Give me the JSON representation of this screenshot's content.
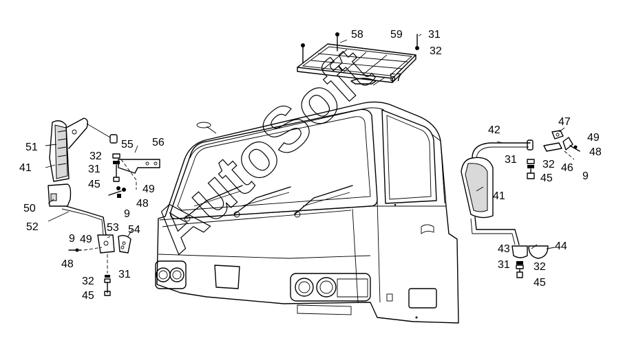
{
  "watermark": "AutoSoft",
  "callouts": [
    {
      "id": "c58",
      "text": "58"
    },
    {
      "id": "c59",
      "text": "59"
    },
    {
      "id": "c31a",
      "text": "31"
    },
    {
      "id": "c32a",
      "text": "32"
    },
    {
      "id": "c57",
      "text": "57"
    },
    {
      "id": "c51",
      "text": "51"
    },
    {
      "id": "c55",
      "text": "55"
    },
    {
      "id": "c56",
      "text": "56"
    },
    {
      "id": "c41a",
      "text": "41"
    },
    {
      "id": "c32b",
      "text": "32"
    },
    {
      "id": "c31b",
      "text": "31"
    },
    {
      "id": "c45a",
      "text": "45"
    },
    {
      "id": "c49a",
      "text": "49"
    },
    {
      "id": "c48a",
      "text": "48"
    },
    {
      "id": "c50",
      "text": "50"
    },
    {
      "id": "c9a",
      "text": "9"
    },
    {
      "id": "c52",
      "text": "52"
    },
    {
      "id": "c53",
      "text": "53"
    },
    {
      "id": "c54",
      "text": "54"
    },
    {
      "id": "c9b",
      "text": "9"
    },
    {
      "id": "c49b",
      "text": "49"
    },
    {
      "id": "c48b",
      "text": "48"
    },
    {
      "id": "c32c",
      "text": "32"
    },
    {
      "id": "c31c",
      "text": "31"
    },
    {
      "id": "c45b",
      "text": "45"
    },
    {
      "id": "c42",
      "text": "42"
    },
    {
      "id": "c47",
      "text": "47"
    },
    {
      "id": "c49c",
      "text": "49"
    },
    {
      "id": "c48c",
      "text": "48"
    },
    {
      "id": "c31d",
      "text": "31"
    },
    {
      "id": "c32d",
      "text": "32"
    },
    {
      "id": "c46",
      "text": "46"
    },
    {
      "id": "c9c",
      "text": "9"
    },
    {
      "id": "c45c",
      "text": "45"
    },
    {
      "id": "c41b",
      "text": "41"
    },
    {
      "id": "c43",
      "text": "43"
    },
    {
      "id": "c44",
      "text": "44"
    },
    {
      "id": "c31e",
      "text": "31"
    },
    {
      "id": "c32e",
      "text": "32"
    },
    {
      "id": "c45d",
      "text": "45"
    }
  ]
}
